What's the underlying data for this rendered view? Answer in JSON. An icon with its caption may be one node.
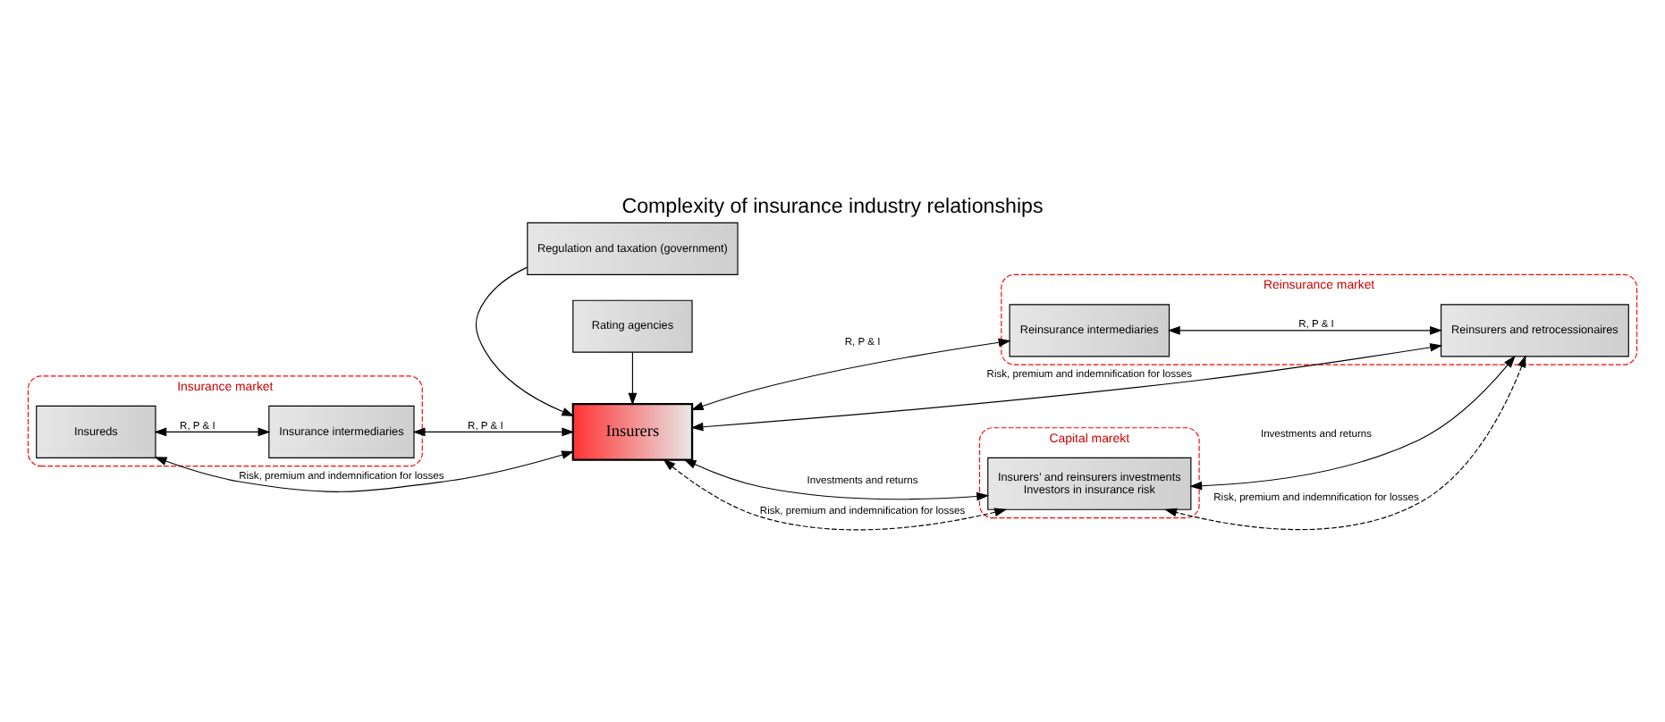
{
  "diagram": {
    "title": "Complexity of insurance industry relationships",
    "nodes": [
      {
        "text": [
          "Insurance market"
        ]
      },
      {
        "text": [
          "Insureds"
        ],
        "in": 0
      },
      {
        "text": [
          "Insurance intermediaries"
        ],
        "in": 0
      },
      {
        "text": [
          "Regulation and taxation (government)"
        ]
      },
      {
        "text": [
          "Rating agencies"
        ]
      },
      {
        "text": [
          "Insurers"
        ]
      },
      {
        "text": [
          "Reinsurance market"
        ]
      },
      {
        "text": [
          "Reinsurance intermediaries"
        ],
        "in": 6
      },
      {
        "text": [
          "Reinsurers and retrocessionaires"
        ],
        "in": 6
      },
      {
        "text": [
          "Capital marekt"
        ]
      },
      {
        "text": [
          "Insurers’ and reinsurers investments",
          "Investors in insurance risk"
        ],
        "in": 9
      }
    ],
    "edges": [
      {
        "from": 1,
        "to": 2,
        "arrow": "both",
        "label": "R, P & I"
      },
      {
        "from": 2,
        "to": 5,
        "arrow": "both",
        "label": "R, P & I"
      },
      {
        "from": 5,
        "to": 7,
        "arrow": "both",
        "label": "R, P & I"
      },
      {
        "from": 7,
        "to": 8,
        "arrow": "both",
        "label": "R, P & I"
      },
      {
        "from": 3,
        "to": 5,
        "arrow": "to"
      },
      {
        "from": 4,
        "to": 5,
        "arrow": "to"
      },
      {
        "from": 1,
        "to": 5,
        "arrow": "both",
        "label": "Risk, premium and indemnification for losses"
      },
      {
        "from": 5,
        "to": 8,
        "arrow": "both",
        "label": "Risk, premium and indemnification for losses"
      },
      {
        "from": 5,
        "to": 10,
        "arrow": "both",
        "label": "Investments and returns"
      },
      {
        "from": 8,
        "to": 10,
        "arrow": "both",
        "label": "Investments and returns"
      },
      {
        "from": 5,
        "to": 10,
        "arrow": "both",
        "style": "dashed",
        "label": "Risk, premium and indemnification for losses"
      },
      {
        "from": 8,
        "to": 10,
        "arrow": "both",
        "style": "dashed",
        "label": "Risk, premium and indemnification for losses"
      }
    ]
  }
}
